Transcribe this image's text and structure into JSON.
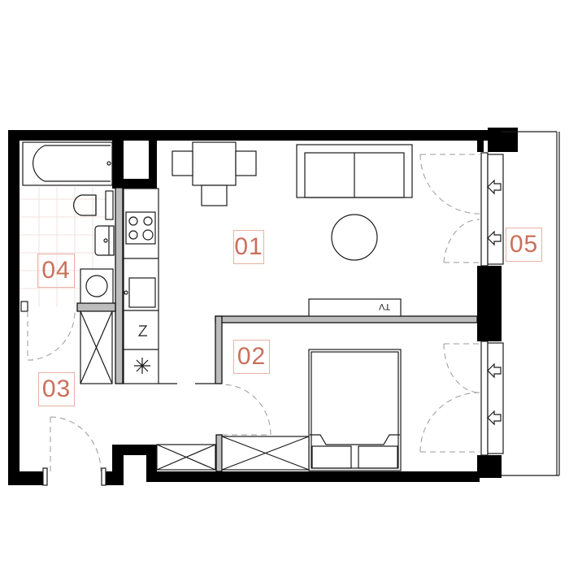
{
  "rooms": [
    {
      "id": "01"
    },
    {
      "id": "02"
    },
    {
      "id": "03"
    },
    {
      "id": "04"
    },
    {
      "id": "05"
    }
  ],
  "furniture": {
    "tv_label": "TV"
  },
  "colors": {
    "label": "#c9705a",
    "wall": "#000000",
    "inner_wall": "#bdbdbd"
  }
}
